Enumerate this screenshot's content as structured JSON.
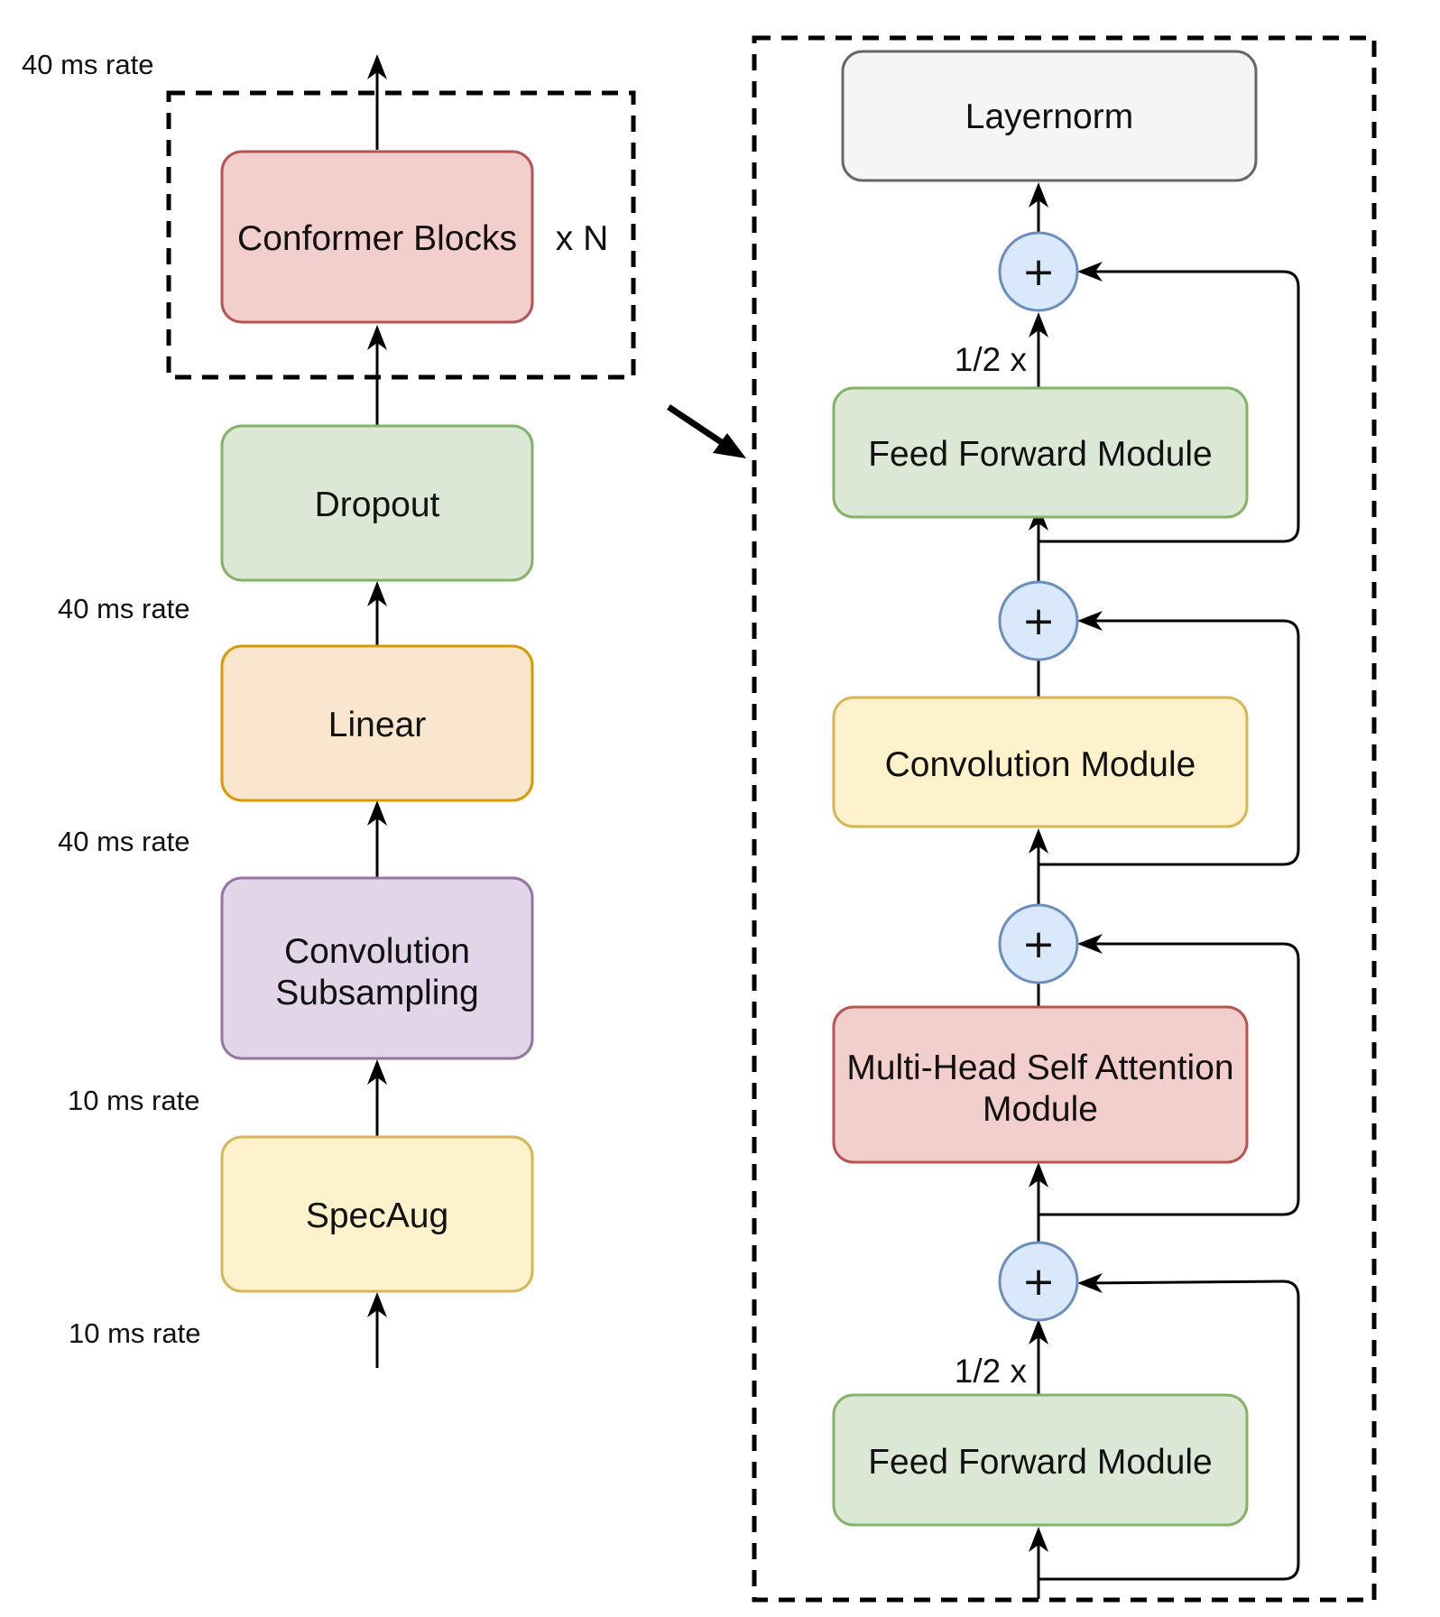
{
  "left": {
    "blocks": {
      "conformer": "Conformer Blocks",
      "dropout": "Dropout",
      "linear": "Linear",
      "conv_sub_line1": "Convolution",
      "conv_sub_line2": "Subsampling",
      "specaug": "SpecAug"
    },
    "repeat_label": "x N",
    "rates": {
      "top": "40 ms rate",
      "after_linear": "40 ms rate",
      "after_conv_sub": "40 ms rate",
      "after_specaug": "10 ms rate",
      "input": "10 ms rate"
    }
  },
  "right": {
    "blocks": {
      "layernorm": "Layernorm",
      "ffm_top": "Feed Forward Module",
      "conv_module": "Convolution Module",
      "mhsa_line1": "Multi-Head Self Attention",
      "mhsa_line2": "Module",
      "ffm_bottom": "Feed Forward Module"
    },
    "half_label_top": "1/2 x",
    "half_label_bottom": "1/2 x",
    "plus_symbol": "+"
  },
  "colors": {
    "red_fill": "#f2cecd",
    "red_stroke": "#b85450",
    "green_fill": "#dae8d5",
    "green_stroke": "#82b366",
    "orange_fill": "#fae6cf",
    "orange_stroke": "#d79b00",
    "purple_fill": "#e1d5e7",
    "purple_stroke": "#9673a6",
    "yellow_fill": "#fdf2cc",
    "yellow_stroke": "#d6b656",
    "gray_fill": "#f5f5f5",
    "gray_stroke": "#666666",
    "circle_fill": "#dae8fc",
    "circle_stroke": "#6c8ebf"
  }
}
